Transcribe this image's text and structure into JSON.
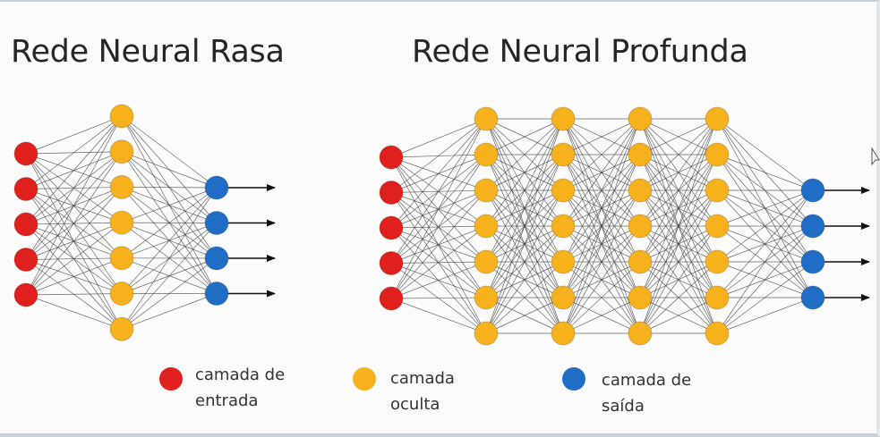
{
  "titles": {
    "shallow": "Rede Neural Rasa",
    "deep": "Rede Neural Profunda"
  },
  "colors": {
    "input": "#e0201c",
    "hidden": "#f7b11d",
    "output": "#1f6dc5",
    "edge": "#3a3a3a",
    "arrow": "#111111"
  },
  "networks": {
    "shallow": {
      "input_nodes": 5,
      "hidden_layers": [
        7
      ],
      "output_nodes": 4
    },
    "deep": {
      "input_nodes": 5,
      "hidden_layers": [
        7,
        7,
        7,
        7
      ],
      "output_nodes": 4
    }
  },
  "legend": [
    {
      "key": "input",
      "line1": "camada de",
      "line2": "entrada"
    },
    {
      "key": "hidden",
      "line1": "camada",
      "line2": "oculta"
    },
    {
      "key": "output",
      "line1": "camada de",
      "line2": "saída"
    }
  ],
  "icons": {
    "cursor": "mouse-cursor-icon"
  }
}
